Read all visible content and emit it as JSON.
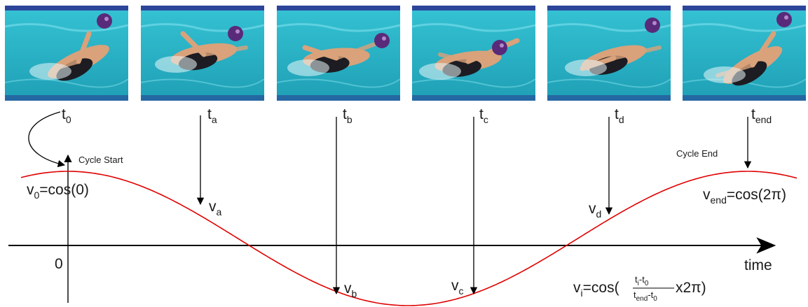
{
  "frames": [
    {
      "name": "frame-t0",
      "alt": "swimmer video frame at t0"
    },
    {
      "name": "frame-ta",
      "alt": "swimmer video frame at ta"
    },
    {
      "name": "frame-tb",
      "alt": "swimmer video frame at tb"
    },
    {
      "name": "frame-tc",
      "alt": "swimmer video frame at tc"
    },
    {
      "name": "frame-td",
      "alt": "swimmer video frame at td"
    },
    {
      "name": "frame-tend",
      "alt": "swimmer video frame at tend"
    }
  ],
  "time_labels": [
    {
      "base": "t",
      "sub": "0"
    },
    {
      "base": "t",
      "sub": "a"
    },
    {
      "base": "t",
      "sub": "b"
    },
    {
      "base": "t",
      "sub": "c"
    },
    {
      "base": "t",
      "sub": "d"
    },
    {
      "base": "t",
      "sub": "end"
    }
  ],
  "value_labels": [
    {
      "base": "v",
      "sub": "a"
    },
    {
      "base": "v",
      "sub": "b"
    },
    {
      "base": "v",
      "sub": "c"
    },
    {
      "base": "v",
      "sub": "d"
    }
  ],
  "annotations": {
    "cycle_start": "Cycle Start",
    "cycle_end": "Cycle End",
    "origin": "0",
    "x_axis": "time"
  },
  "equations": {
    "v0": {
      "base": "v",
      "sub": "0",
      "rhs": "=cos(0)"
    },
    "vend": {
      "base": "v",
      "sub": "end",
      "rhs": "=cos(2π)"
    },
    "general": {
      "lhs_base": "v",
      "lhs_sub": "i",
      "func": "=cos(",
      "num_base1": "t",
      "num_sub1": "i",
      "num_mid": "-t",
      "num_sub2": "0",
      "den_base1": "t",
      "den_sub1": "end",
      "den_mid": "-t",
      "den_sub2": "0",
      "tail": "x2π)"
    }
  },
  "colors": {
    "curve": "#e00000",
    "axis": "#000000",
    "pool_water": "#2fb4c9",
    "pool_lane": "#2a2f8f"
  }
}
